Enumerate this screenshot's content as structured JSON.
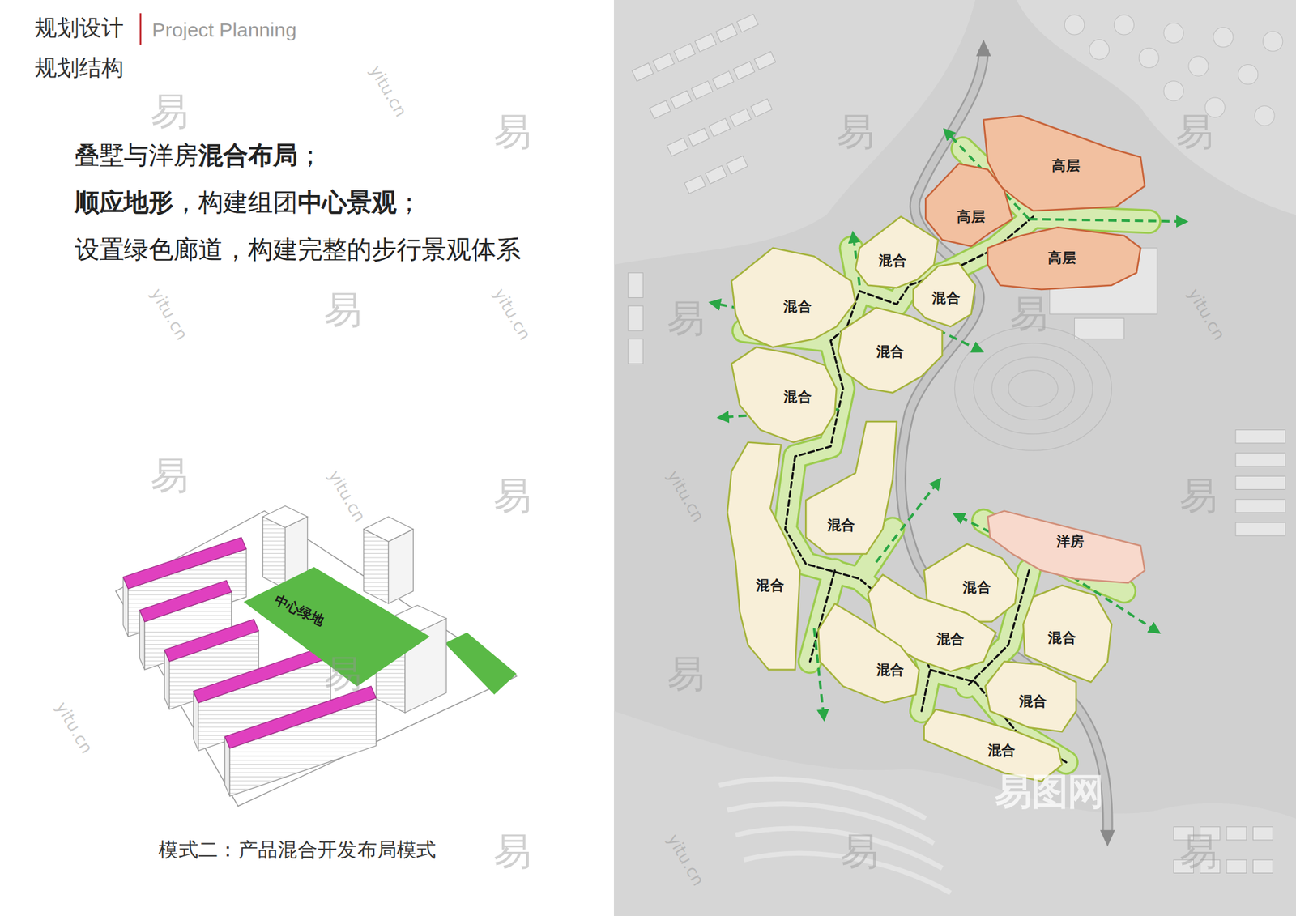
{
  "diagram": {
    "title": "规划设计",
    "caption": "模式二：产品混合开发布局模式",
    "nodes": [
      {
        "text": [
          "中心绿地"
        ]
      },
      {
        "text": [
          "高层"
        ]
      },
      {
        "text": [
          "高层"
        ]
      },
      {
        "text": [
          "混合"
        ]
      },
      {
        "text": [
          "高层"
        ]
      },
      {
        "text": [
          "混合"
        ]
      },
      {
        "text": [
          "混合"
        ]
      },
      {
        "text": [
          "混合"
        ]
      },
      {
        "text": [
          "混合"
        ]
      },
      {
        "text": [
          "混合"
        ]
      },
      {
        "text": [
          "洋房"
        ]
      },
      {
        "text": [
          "混合"
        ]
      },
      {
        "text": [
          "混合"
        ]
      },
      {
        "text": [
          "混合"
        ]
      },
      {
        "text": [
          "混合"
        ]
      },
      {
        "text": [
          "混合"
        ]
      },
      {
        "text": [
          "混合"
        ]
      },
      {
        "text": [
          "混合"
        ]
      }
    ],
    "labels": [
      "Project Planning",
      "规划结构",
      "叠墅与洋房混合布局；",
      "顺应地形，构建组团中心景观；",
      "设置绿色廊道，构建完整的步行景观体系",
      "易",
      "易",
      "易",
      "易",
      "易",
      "易",
      "易",
      "易",
      "易",
      "易",
      "易",
      "易",
      "易",
      "易",
      "易",
      "yitu.cn",
      "yitu.cn",
      "yitu.cn",
      "yitu.cn",
      "yitu.cn",
      "yitu.cn",
      "yitu.cn",
      "yitu.cn",
      "易图网"
    ]
  }
}
